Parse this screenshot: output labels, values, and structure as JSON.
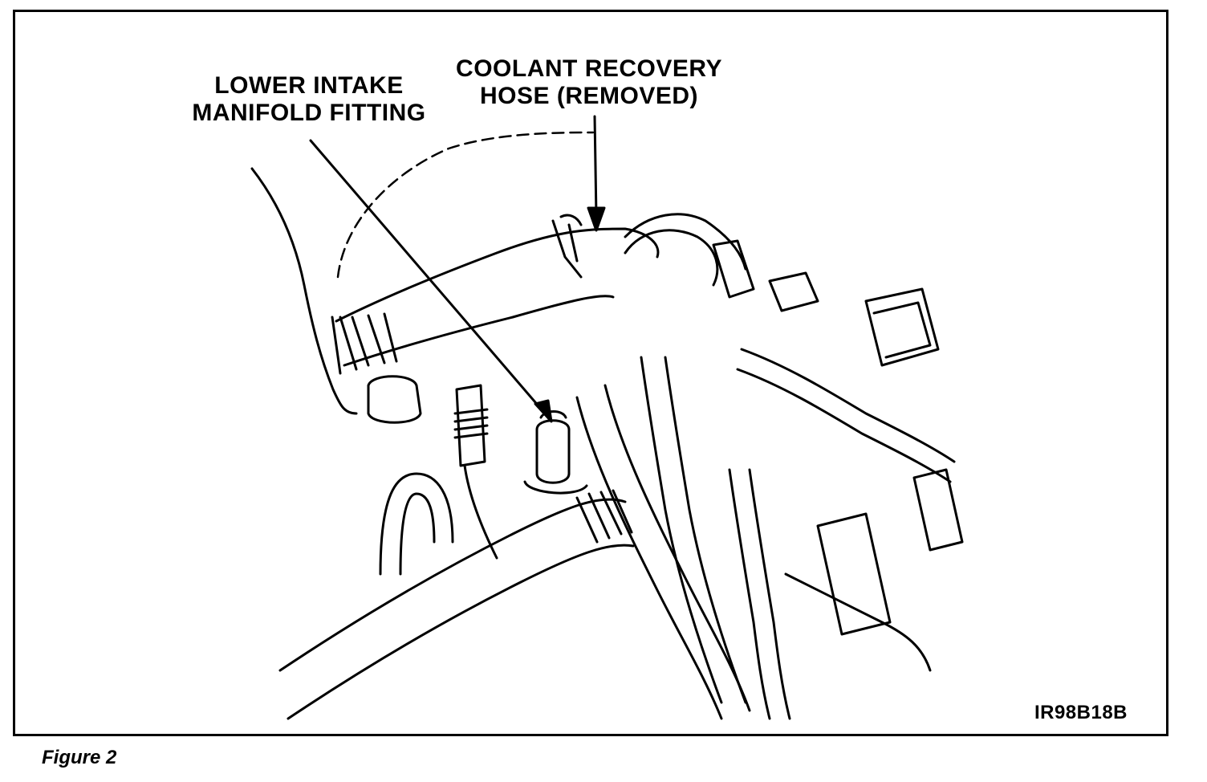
{
  "callouts": {
    "lower_intake": {
      "line1": "LOWER INTAKE",
      "line2": "MANIFOLD FITTING"
    },
    "coolant_hose": {
      "line1": "COOLANT RECOVERY",
      "line2": "HOSE (REMOVED)"
    }
  },
  "figure_code": "IR98B18B",
  "caption": "Figure 2",
  "colors": {
    "ink": "#000000",
    "paper": "#ffffff"
  }
}
